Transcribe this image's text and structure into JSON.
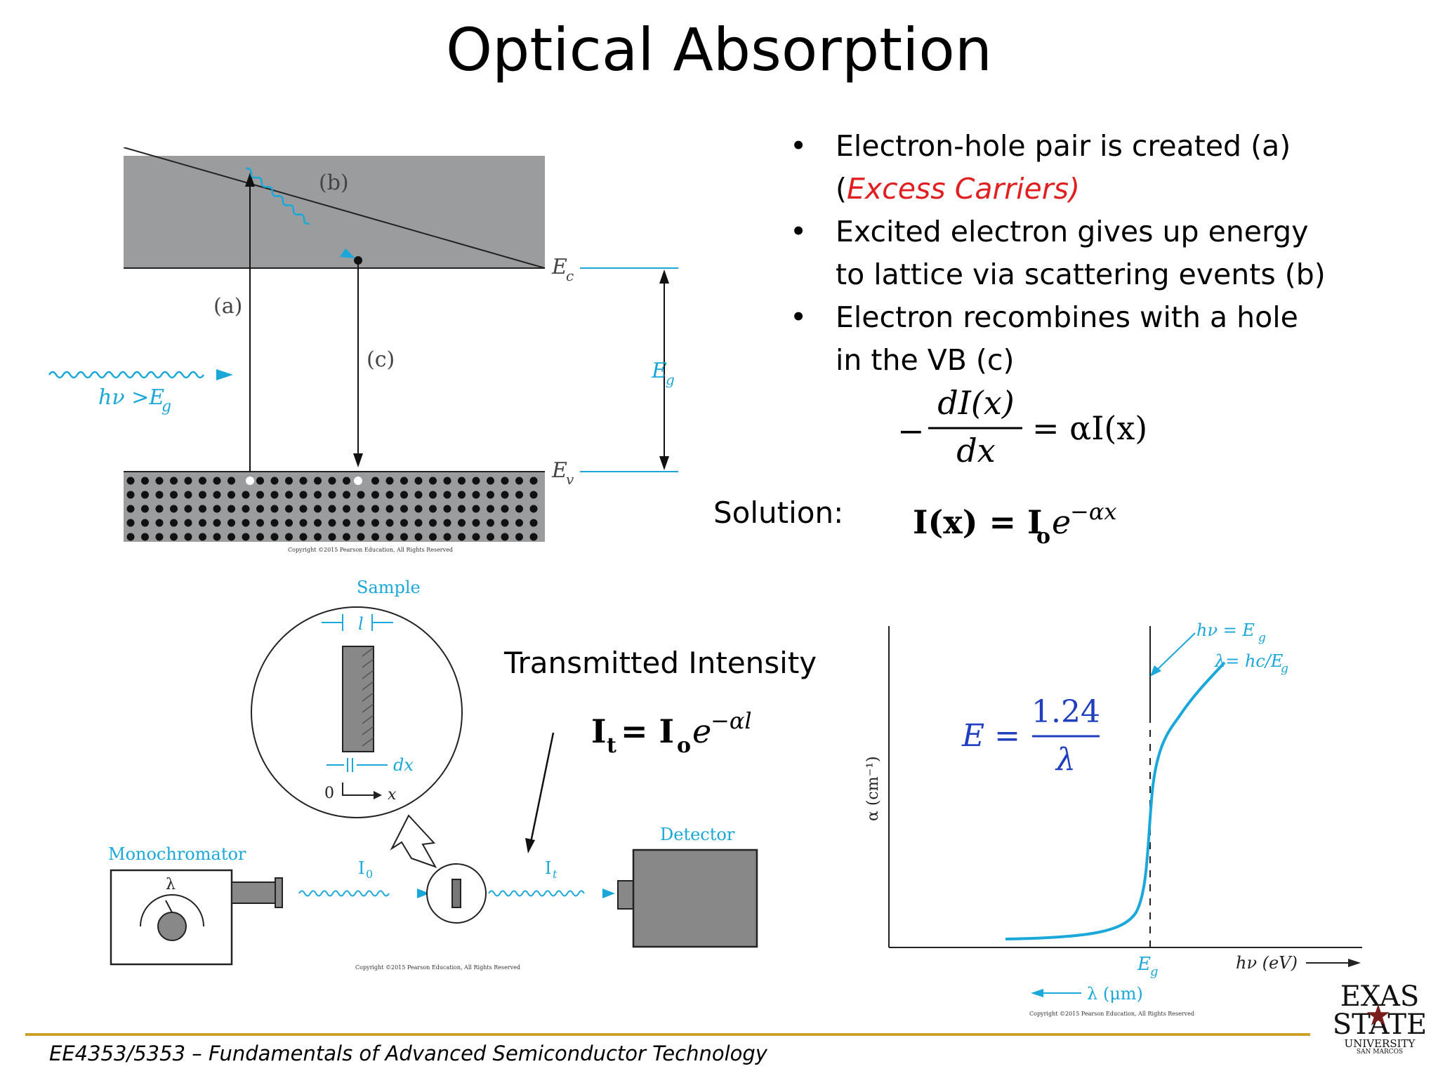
{
  "title": "Optical Absorption",
  "bullets": [
    {
      "text": "Electron-hole pair is created (a)",
      "extra_open": "(",
      "highlight": "Excess Carriers)"
    },
    {
      "text": "Excited electron gives up energy",
      "cont": "to lattice via scattering events (b)"
    },
    {
      "text": "Electron recombines with a hole",
      "cont": "in the VB (c)"
    }
  ],
  "bullet_symbol": "•",
  "equation": {
    "minus": "−",
    "numerator": "dI(x)",
    "denominator": "dx",
    "rhs": "= αI(x)"
  },
  "solution": {
    "label": "Solution:",
    "lhs": "I(x) = I",
    "sub": "o",
    "exp_base": "e",
    "exp": "−αx"
  },
  "band_diagram": {
    "label_a": "(a)",
    "label_b": "(b)",
    "label_c": "(c)",
    "ec": "E",
    "ec_sub": "c",
    "ev": "E",
    "ev_sub": "v",
    "eg": "E",
    "eg_sub": "g",
    "photon": "hν >E",
    "photon_sub": "g",
    "copyright": "Copyright ©2015 Pearson Education, All Rights Reserved"
  },
  "setup": {
    "sample": "Sample",
    "l": "l",
    "dx": "dx",
    "zero": "0",
    "x": "x",
    "monochromator": "Monochromator",
    "lambda": "λ",
    "detector": "Detector",
    "i0": "I",
    "i0_sub": "0",
    "it": "I",
    "it_sub": "t",
    "copyright": "Copyright ©2015 Pearson Education, All Rights Reserved"
  },
  "transmitted": {
    "label": "Transmitted Intensity",
    "lhs": "I",
    "lhs_sub": "t",
    "mid": " = I",
    "mid_sub": "o",
    "exp_base": "e",
    "exp": "−αl"
  },
  "absorption_plot": {
    "ylabel": "α (cm⁻¹)",
    "xlabel": "hν (eV)",
    "eg_tick": "E",
    "eg_tick_sub": "g",
    "lambda_axis": "λ (μm)",
    "annot1": "hν = E",
    "annot1_sub": "g",
    "annot2": "λ= hc/E",
    "annot2_sub": "g",
    "copyright": "Copyright ©2015 Pearson Education, All Rights Reserved",
    "curve_color": "#1aa7d9"
  },
  "energy_formula": {
    "lhs": "E =",
    "num": "1.24",
    "den": "λ",
    "color": "#1f3fbf"
  },
  "footer": {
    "course": "EE4353/5353 –",
    "subtitle": " Fundamentals of Advanced Semiconductor Technology"
  },
  "logo": {
    "line1": "EXAS",
    "line2": "STATE",
    "line3": "UNIVERSITY",
    "line4": "SAN MARCOS"
  }
}
